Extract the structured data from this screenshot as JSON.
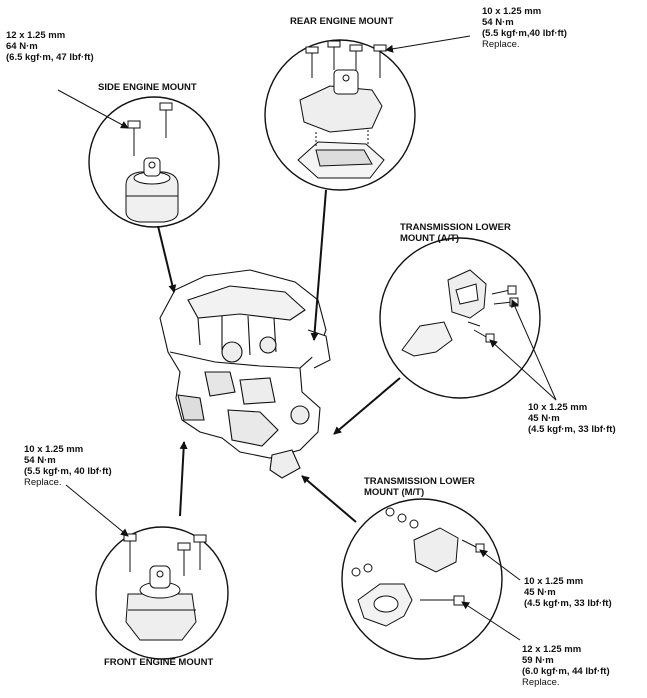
{
  "diagram": {
    "side_mount": {
      "title": "SIDE ENGINE MOUNT",
      "spec": [
        "12 x 1.25 mm",
        "64 N·m",
        "(6.5 kgf·m, 47 lbf·ft)"
      ]
    },
    "rear_mount": {
      "title": "REAR ENGINE MOUNT",
      "spec": [
        "10 x 1.25 mm",
        "54 N·m",
        "(5.5 kgf·m,40 lbf·ft)"
      ],
      "note": "Replace."
    },
    "trans_lower_at": {
      "title": [
        "TRANSMISSION LOWER",
        "MOUNT (A/T)"
      ],
      "spec": [
        "10 x 1.25 mm",
        "45 N·m",
        "(4.5 kgf·m, 33 lbf·ft)"
      ]
    },
    "front_mount": {
      "title": "FRONT ENGINE MOUNT",
      "spec": [
        "10 x 1.25 mm",
        "54 N·m",
        "(5.5 kgf·m, 40 lbf·ft)"
      ],
      "note": "Replace."
    },
    "trans_lower_mt": {
      "title": [
        "TRANSMISSION LOWER",
        "MOUNT (M/T)"
      ],
      "spec_a": [
        "10 x 1.25 mm",
        "45 N·m",
        "(4.5 kgf·m, 33 lbf·ft)"
      ],
      "spec_b": [
        "12 x 1.25 mm",
        "59 N·m",
        "(6.0 kgf·m, 44 lbf·ft)"
      ],
      "note_b": "Replace."
    }
  }
}
